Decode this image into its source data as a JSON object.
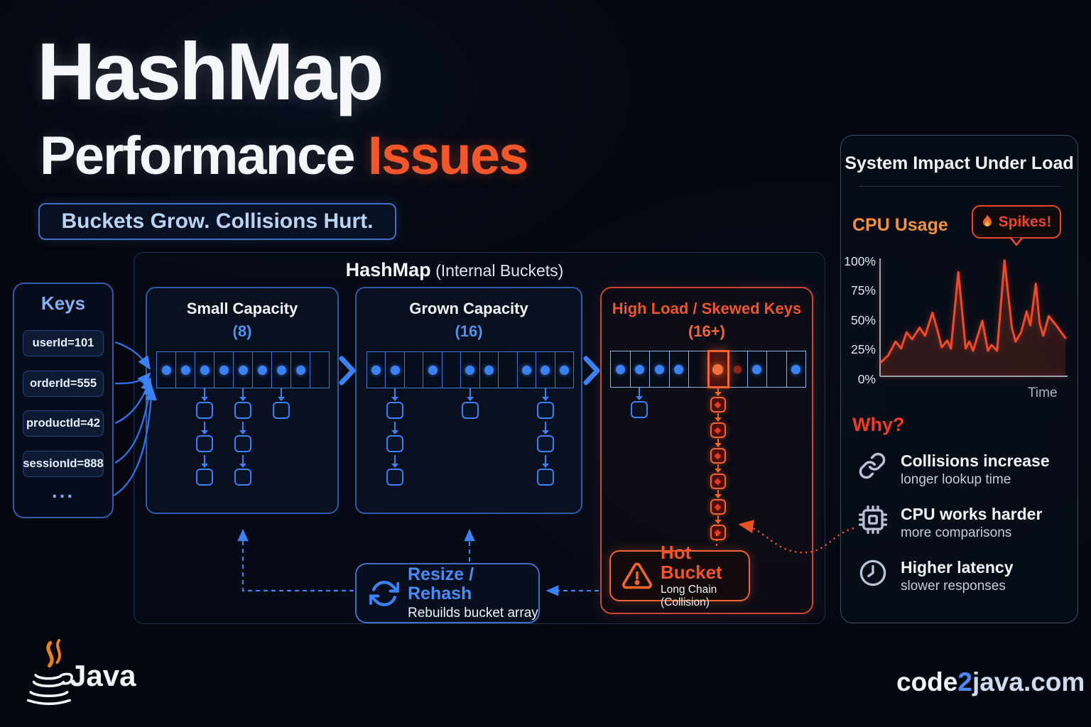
{
  "header": {
    "title": "HashMap",
    "subtitle_white": "Performance ",
    "subtitle_accent": "Issues",
    "tagline": "Buckets Grow. Collisions Hurt."
  },
  "keys_panel": {
    "title": "Keys",
    "items": [
      "userId=101",
      "orderId=555",
      "productId=42",
      "sessionId=888"
    ],
    "more": "..."
  },
  "buckets_header": {
    "bold": "HashMap",
    "note": " (Internal Buckets)"
  },
  "bucket_panels": {
    "small": {
      "title": "Small Capacity",
      "capacity": "(8)",
      "cells": [
        "blue",
        "blue",
        "blue",
        "blue",
        "blue",
        "blue",
        "blue",
        "blue",
        "none"
      ],
      "chains": [
        {
          "cell": 2,
          "length": 3,
          "color": "blue"
        },
        {
          "cell": 4,
          "length": 3,
          "color": "blue"
        },
        {
          "cell": 6,
          "length": 1,
          "color": "blue"
        }
      ]
    },
    "grown": {
      "title": "Grown Capacity",
      "capacity": "(16)",
      "cells": [
        "blue",
        "blue",
        "none",
        "blue",
        "none",
        "blue",
        "blue",
        "none",
        "blue",
        "blue",
        "blue"
      ],
      "chains": [
        {
          "cell": 1,
          "length": 3,
          "color": "blue"
        },
        {
          "cell": 5,
          "length": 1,
          "color": "blue"
        },
        {
          "cell": 9,
          "length": 3,
          "color": "blue"
        }
      ]
    },
    "high": {
      "title": "High Load / Skewed Keys",
      "capacity": "(16+)",
      "cells": [
        "blue",
        "blue",
        "blue",
        "blue",
        "none",
        "hot",
        "dim",
        "blue",
        "none",
        "blue"
      ],
      "chains": [
        {
          "cell": 1,
          "length": 1,
          "color": "blue"
        },
        {
          "cell": 5,
          "length": 6,
          "color": "hot"
        }
      ]
    }
  },
  "hot_bucket": {
    "title": "Hot Bucket",
    "subtitle": "Long Chain (Collision)"
  },
  "resize_box": {
    "title": "Resize / Rehash",
    "subtitle": "Rebuilds bucket array"
  },
  "impact_panel": {
    "title": "System Impact Under Load",
    "cpu_label": "CPU Usage",
    "spike_callout": "Spikes!",
    "why_title": "Why?",
    "reasons": [
      {
        "icon": "link-icon",
        "title": "Collisions increase",
        "subtitle": "longer lookup time"
      },
      {
        "icon": "cpu-chip-icon",
        "title": "CPU works harder",
        "subtitle": "more comparisons"
      },
      {
        "icon": "clock-icon",
        "title": "Higher latency",
        "subtitle": "slower responses"
      }
    ]
  },
  "chart_data": {
    "type": "line",
    "title": "CPU Usage",
    "xlabel": "Time",
    "ylabel": "",
    "ylim": [
      0,
      100
    ],
    "grid": false,
    "legend": false,
    "annotation": {
      "label": "Spikes!",
      "points_at": "100% peak"
    },
    "y_tick_labels": [
      "100%",
      "75%",
      "50%",
      "25%",
      "0%"
    ],
    "line_color": "#f04a2a",
    "x": [
      0,
      4,
      8,
      11,
      14,
      17,
      21,
      24,
      28,
      31,
      33,
      36,
      38,
      42,
      46,
      48,
      50,
      55,
      58,
      60,
      63,
      67,
      71,
      73,
      76,
      79,
      81,
      84,
      86,
      88,
      91,
      95,
      100
    ],
    "values": [
      12,
      18,
      30,
      24,
      38,
      32,
      42,
      35,
      55,
      38,
      25,
      31,
      24,
      90,
      24,
      30,
      22,
      48,
      22,
      27,
      22,
      100,
      42,
      30,
      38,
      56,
      44,
      80,
      46,
      35,
      52,
      44,
      33
    ]
  },
  "footer": {
    "brand": "Java",
    "site": {
      "part1": "code",
      "part2": "2",
      "part3": "java.com"
    }
  },
  "colors": {
    "accent_orange": "#f2562a",
    "accent_blue": "#3b82f6",
    "hot_orange": "#f1632f",
    "light_blue_text": "#b9d3f2",
    "background": "#04070f"
  }
}
